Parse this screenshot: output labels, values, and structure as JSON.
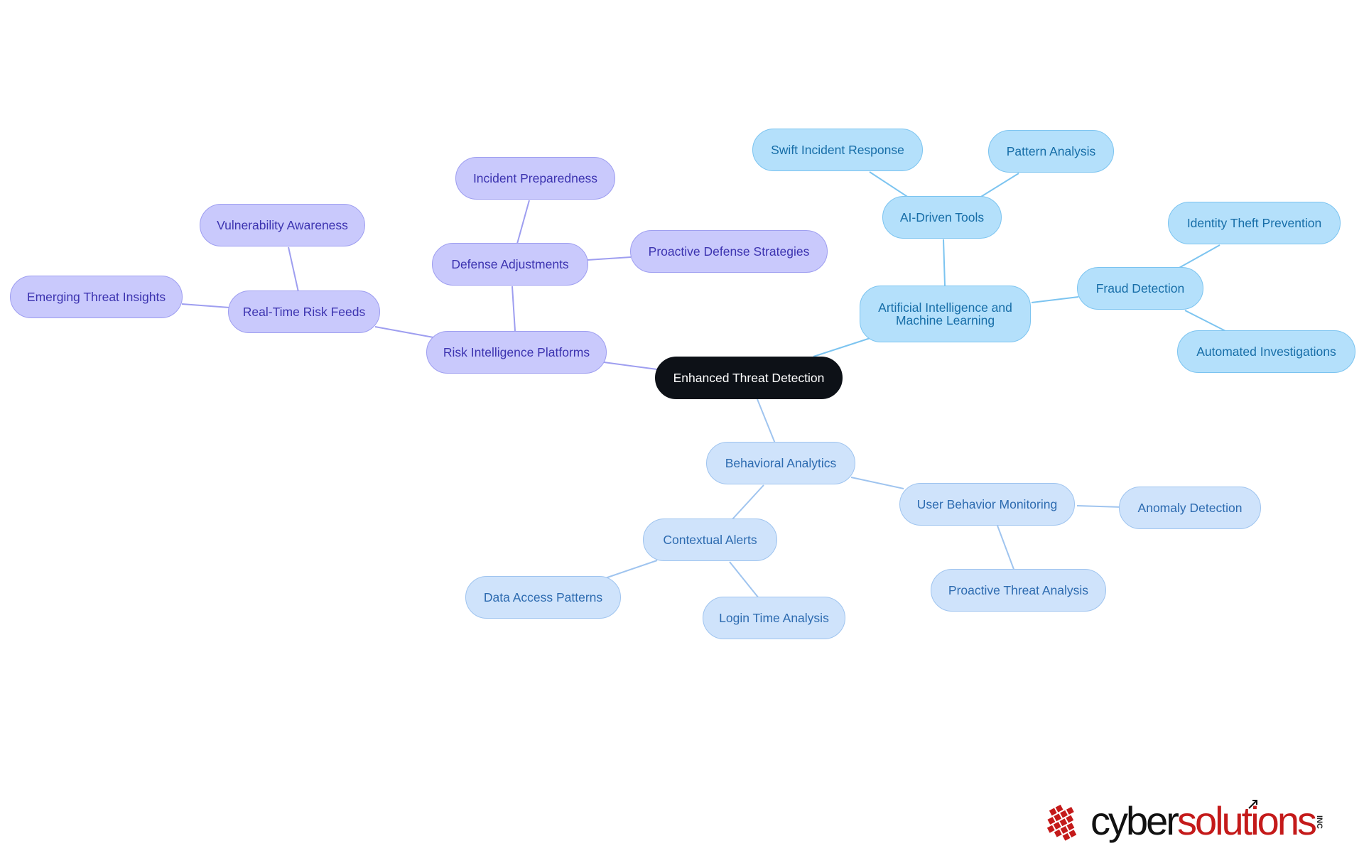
{
  "diagram": {
    "root": "Enhanced Threat Detection",
    "branches": {
      "risk": {
        "label": "Risk Intelligence Platforms",
        "color": "#c9c9fc",
        "children": {
          "feeds": {
            "label": "Real-Time Risk Feeds",
            "children": [
              "Emerging Threat Insights",
              "Vulnerability Awareness"
            ]
          },
          "defense": {
            "label": "Defense Adjustments",
            "children": [
              "Incident Preparedness",
              "Proactive Defense Strategies"
            ]
          }
        }
      },
      "ai": {
        "label": "Artificial Intelligence and Machine Learning",
        "color": "#b4e0fb",
        "children": {
          "tools": {
            "label": "AI-Driven Tools",
            "children": [
              "Swift Incident Response",
              "Pattern Analysis"
            ]
          },
          "fraud": {
            "label": "Fraud Detection",
            "children": [
              "Identity Theft Prevention",
              "Automated Investigations"
            ]
          }
        }
      },
      "behavior": {
        "label": "Behavioral Analytics",
        "color": "#cfe3fb",
        "children": {
          "alerts": {
            "label": "Contextual Alerts",
            "children": [
              "Data Access Patterns",
              "Login Time Analysis"
            ]
          },
          "monitoring": {
            "label": "User Behavior Monitoring",
            "children": [
              "Anomaly Detection",
              "Proactive Threat Analysis"
            ]
          }
        }
      }
    }
  },
  "logo": {
    "wordmark_part1": "cyber",
    "wordmark_part2": "solutions",
    "suffix": "INC",
    "colors": {
      "dark": "#111111",
      "red": "#c41a1a"
    }
  }
}
